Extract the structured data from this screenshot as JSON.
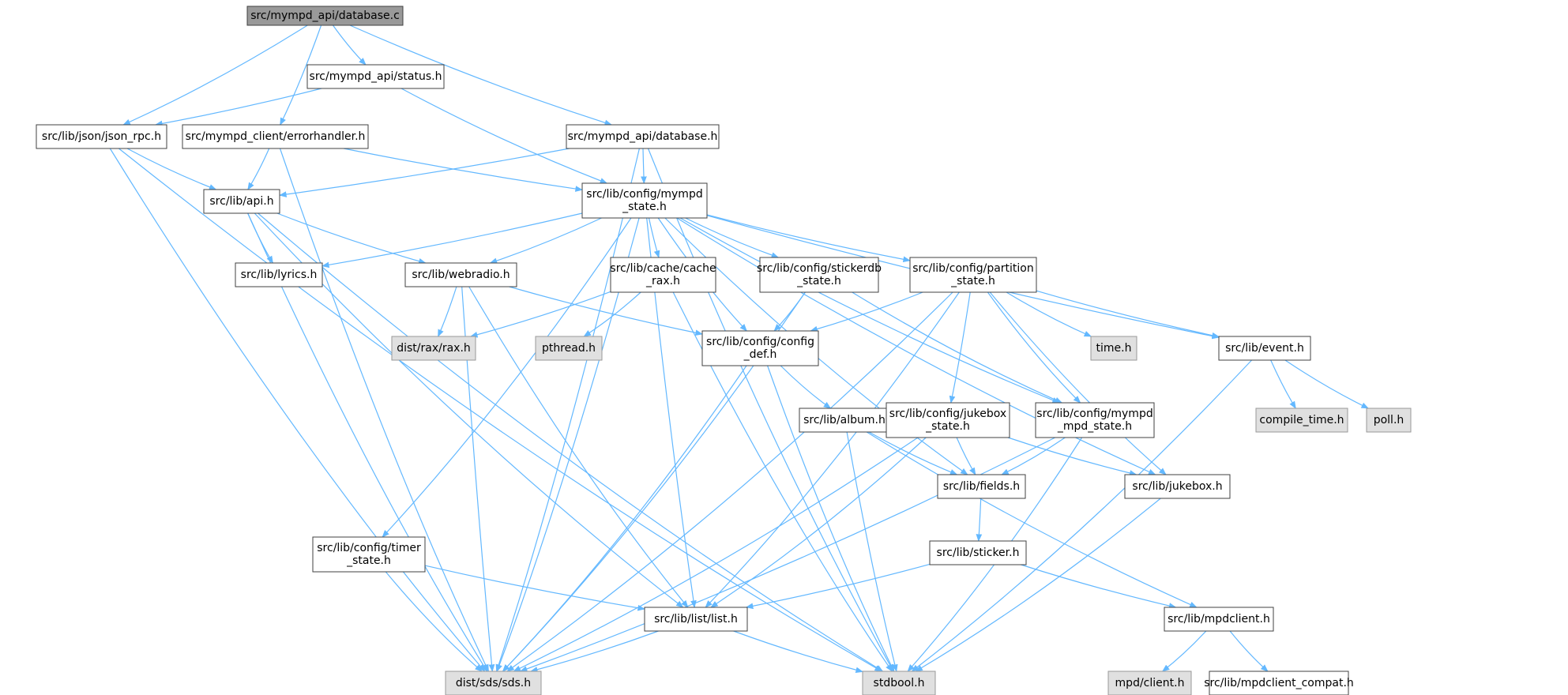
{
  "colors": {
    "edge": "#63b8ff",
    "node_border": "#404040",
    "node_fill": "#ffffff",
    "root_fill": "#999999",
    "external_fill": "#e0e0e0",
    "external_border": "#999999"
  },
  "graph": {
    "nodes": {
      "root": {
        "lines": [
          "src/mympd_api/database.c"
        ],
        "kind": "root"
      },
      "status": {
        "lines": [
          "src/mympd_api/status.h"
        ],
        "kind": "internal"
      },
      "json_rpc": {
        "lines": [
          "src/lib/json/json_rpc.h"
        ],
        "kind": "internal"
      },
      "errorhandler": {
        "lines": [
          "src/mympd_client/errorhandler.h"
        ],
        "kind": "internal"
      },
      "database_h": {
        "lines": [
          "src/mympd_api/database.h"
        ],
        "kind": "internal"
      },
      "api": {
        "lines": [
          "src/lib/api.h"
        ],
        "kind": "internal"
      },
      "mympd_state": {
        "lines": [
          "src/lib/config/mympd",
          "_state.h"
        ],
        "kind": "internal"
      },
      "lyrics": {
        "lines": [
          "src/lib/lyrics.h"
        ],
        "kind": "internal"
      },
      "webradio": {
        "lines": [
          "src/lib/webradio.h"
        ],
        "kind": "internal"
      },
      "cache_rax": {
        "lines": [
          "src/lib/cache/cache",
          "_rax.h"
        ],
        "kind": "internal"
      },
      "stickerdb": {
        "lines": [
          "src/lib/config/stickerdb",
          "_state.h"
        ],
        "kind": "internal"
      },
      "partition": {
        "lines": [
          "src/lib/config/partition",
          "_state.h"
        ],
        "kind": "internal"
      },
      "rax": {
        "lines": [
          "dist/rax/rax.h"
        ],
        "kind": "external"
      },
      "pthread": {
        "lines": [
          "pthread.h"
        ],
        "kind": "external"
      },
      "config_def": {
        "lines": [
          "src/lib/config/config",
          "_def.h"
        ],
        "kind": "internal"
      },
      "time": {
        "lines": [
          "time.h"
        ],
        "kind": "external"
      },
      "event": {
        "lines": [
          "src/lib/event.h"
        ],
        "kind": "internal"
      },
      "compile_time": {
        "lines": [
          "compile_time.h"
        ],
        "kind": "external"
      },
      "poll": {
        "lines": [
          "poll.h"
        ],
        "kind": "external"
      },
      "album": {
        "lines": [
          "src/lib/album.h"
        ],
        "kind": "internal"
      },
      "jukebox_state": {
        "lines": [
          "src/lib/config/jukebox",
          "_state.h"
        ],
        "kind": "internal"
      },
      "mpd_state": {
        "lines": [
          "src/lib/config/mympd",
          "_mpd_state.h"
        ],
        "kind": "internal"
      },
      "fields": {
        "lines": [
          "src/lib/fields.h"
        ],
        "kind": "internal"
      },
      "jukebox": {
        "lines": [
          "src/lib/jukebox.h"
        ],
        "kind": "internal"
      },
      "sticker": {
        "lines": [
          "src/lib/sticker.h"
        ],
        "kind": "internal"
      },
      "timer_state": {
        "lines": [
          "src/lib/config/timer",
          "_state.h"
        ],
        "kind": "internal"
      },
      "list": {
        "lines": [
          "src/lib/list/list.h"
        ],
        "kind": "internal"
      },
      "mpdclient": {
        "lines": [
          "src/lib/mpdclient.h"
        ],
        "kind": "internal"
      },
      "sds": {
        "lines": [
          "dist/sds/sds.h"
        ],
        "kind": "external"
      },
      "stdbool": {
        "lines": [
          "stdbool.h"
        ],
        "kind": "external"
      },
      "mpd_client": {
        "lines": [
          "mpd/client.h"
        ],
        "kind": "external"
      },
      "compat": {
        "lines": [
          "src/lib/mpdclient_compat.h"
        ],
        "kind": "internal"
      }
    },
    "edges": [
      [
        "root",
        "json_rpc"
      ],
      [
        "root",
        "errorhandler"
      ],
      [
        "root",
        "status"
      ],
      [
        "root",
        "database_h"
      ],
      [
        "status",
        "json_rpc"
      ],
      [
        "status",
        "mympd_state"
      ],
      [
        "json_rpc",
        "api"
      ],
      [
        "json_rpc",
        "sds"
      ],
      [
        "json_rpc",
        "stdbool"
      ],
      [
        "errorhandler",
        "api"
      ],
      [
        "errorhandler",
        "mympd_state"
      ],
      [
        "errorhandler",
        "sds"
      ],
      [
        "database_h",
        "api"
      ],
      [
        "database_h",
        "mympd_state"
      ],
      [
        "database_h",
        "sds"
      ],
      [
        "database_h",
        "stdbool"
      ],
      [
        "api",
        "lyrics"
      ],
      [
        "api",
        "webradio"
      ],
      [
        "api",
        "list"
      ],
      [
        "api",
        "sds"
      ],
      [
        "api",
        "stdbool"
      ],
      [
        "mympd_state",
        "lyrics"
      ],
      [
        "mympd_state",
        "webradio"
      ],
      [
        "mympd_state",
        "cache_rax"
      ],
      [
        "mympd_state",
        "stickerdb"
      ],
      [
        "mympd_state",
        "partition"
      ],
      [
        "mympd_state",
        "config_def"
      ],
      [
        "mympd_state",
        "mpd_state"
      ],
      [
        "mympd_state",
        "event"
      ],
      [
        "mympd_state",
        "fields"
      ],
      [
        "mympd_state",
        "jukebox"
      ],
      [
        "mympd_state",
        "timer_state"
      ],
      [
        "mympd_state",
        "list"
      ],
      [
        "mympd_state",
        "sds"
      ],
      [
        "webradio",
        "rax"
      ],
      [
        "webradio",
        "config_def"
      ],
      [
        "webradio",
        "list"
      ],
      [
        "webradio",
        "sds"
      ],
      [
        "cache_rax",
        "rax"
      ],
      [
        "cache_rax",
        "pthread"
      ],
      [
        "cache_rax",
        "stdbool"
      ],
      [
        "stickerdb",
        "config_def"
      ],
      [
        "stickerdb",
        "mpd_state"
      ],
      [
        "stickerdb",
        "sds"
      ],
      [
        "partition",
        "config_def"
      ],
      [
        "partition",
        "time"
      ],
      [
        "partition",
        "event"
      ],
      [
        "partition",
        "jukebox_state"
      ],
      [
        "partition",
        "mpd_state"
      ],
      [
        "partition",
        "jukebox"
      ],
      [
        "partition",
        "list"
      ],
      [
        "partition",
        "sds"
      ],
      [
        "config_def",
        "album"
      ],
      [
        "config_def",
        "sds"
      ],
      [
        "config_def",
        "stdbool"
      ],
      [
        "event",
        "compile_time"
      ],
      [
        "event",
        "poll"
      ],
      [
        "event",
        "stdbool"
      ],
      [
        "album",
        "fields"
      ],
      [
        "album",
        "mpdclient"
      ],
      [
        "album",
        "stdbool"
      ],
      [
        "jukebox_state",
        "fields"
      ],
      [
        "jukebox_state",
        "jukebox"
      ],
      [
        "jukebox_state",
        "list"
      ],
      [
        "jukebox_state",
        "sds"
      ],
      [
        "mpd_state",
        "fields"
      ],
      [
        "mpd_state",
        "sds"
      ],
      [
        "mpd_state",
        "stdbool"
      ],
      [
        "fields",
        "sticker"
      ],
      [
        "sticker",
        "list"
      ],
      [
        "sticker",
        "mpdclient"
      ],
      [
        "jukebox",
        "stdbool"
      ],
      [
        "timer_state",
        "list"
      ],
      [
        "timer_state",
        "sds"
      ],
      [
        "list",
        "sds"
      ],
      [
        "list",
        "stdbool"
      ],
      [
        "mpdclient",
        "mpd_client"
      ],
      [
        "mpdclient",
        "compat"
      ]
    ]
  }
}
